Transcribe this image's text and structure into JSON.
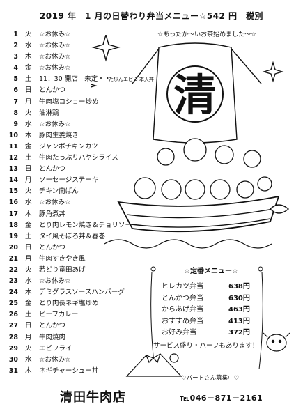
{
  "header": {
    "title": "2019 年　1 月の日替わり弁当メニュー☆542 円　税別"
  },
  "greeting": "☆あったか～いお茶始めました～☆",
  "days": [
    {
      "num": "1",
      "dow": "火",
      "menu": "☆お休み☆",
      "note": ""
    },
    {
      "num": "2",
      "dow": "水",
      "menu": "☆お休み☆",
      "note": ""
    },
    {
      "num": "3",
      "dow": "木",
      "menu": "☆お休み☆",
      "note": ""
    },
    {
      "num": "4",
      "dow": "金",
      "menu": "☆お休み☆",
      "note": ""
    },
    {
      "num": "5",
      "dow": "土",
      "menu": "11：30 開店　未定・・・",
      "note": "たぶんエビ 3 本天丼"
    },
    {
      "num": "6",
      "dow": "日",
      "menu": "とんかつ",
      "note": ""
    },
    {
      "num": "7",
      "dow": "月",
      "menu": "牛肉塩コショー炒め",
      "note": ""
    },
    {
      "num": "8",
      "dow": "火",
      "menu": "油淋鶏",
      "note": ""
    },
    {
      "num": "9",
      "dow": "水",
      "menu": "☆お休み☆",
      "note": ""
    },
    {
      "num": "10",
      "dow": "木",
      "menu": "豚肉生姜焼き",
      "note": ""
    },
    {
      "num": "11",
      "dow": "金",
      "menu": "ジャンボチキンカツ",
      "note": ""
    },
    {
      "num": "12",
      "dow": "土",
      "menu": "牛肉たっぷりハヤシライス",
      "note": ""
    },
    {
      "num": "13",
      "dow": "日",
      "menu": "とんかつ",
      "note": ""
    },
    {
      "num": "14",
      "dow": "月",
      "menu": "ソーセージステーキ",
      "note": ""
    },
    {
      "num": "15",
      "dow": "火",
      "menu": "チキン南ばん",
      "note": ""
    },
    {
      "num": "16",
      "dow": "水",
      "menu": "☆お休み☆",
      "note": ""
    },
    {
      "num": "17",
      "dow": "木",
      "menu": "豚角煮丼",
      "note": ""
    },
    {
      "num": "18",
      "dow": "金",
      "menu": "とり肉レモン焼き＆チョリソー",
      "note": ""
    },
    {
      "num": "19",
      "dow": "土",
      "menu": "タイ風そぼろ丼＆春巻",
      "note": ""
    },
    {
      "num": "20",
      "dow": "日",
      "menu": "とんかつ",
      "note": ""
    },
    {
      "num": "21",
      "dow": "月",
      "menu": "牛肉すきやき風",
      "note": ""
    },
    {
      "num": "22",
      "dow": "火",
      "menu": "若どり竜田あげ",
      "note": ""
    },
    {
      "num": "23",
      "dow": "水",
      "menu": "☆お休み☆",
      "note": ""
    },
    {
      "num": "24",
      "dow": "木",
      "menu": "デミグラスソースハンバーグ",
      "note": ""
    },
    {
      "num": "25",
      "dow": "金",
      "menu": "とり肉長ネギ塩炒め",
      "note": ""
    },
    {
      "num": "26",
      "dow": "土",
      "menu": "ビーフカレー",
      "note": ""
    },
    {
      "num": "27",
      "dow": "日",
      "menu": "とんかつ",
      "note": ""
    },
    {
      "num": "28",
      "dow": "月",
      "menu": "牛肉焼肉",
      "note": ""
    },
    {
      "num": "29",
      "dow": "火",
      "menu": "エビフライ",
      "note": ""
    },
    {
      "num": "30",
      "dow": "水",
      "menu": "☆お休み☆",
      "note": ""
    },
    {
      "num": "31",
      "dow": "木",
      "menu": "ネギチャーシュー丼",
      "note": ""
    }
  ],
  "standard": {
    "title": "☆定番メニュー☆",
    "items": [
      {
        "name": "ヒレカツ弁当",
        "price": "638円"
      },
      {
        "name": "とんかつ弁当",
        "price": "630円"
      },
      {
        "name": "からあげ弁当",
        "price": "463円"
      },
      {
        "name": "おすすめ弁当",
        "price": "413円"
      },
      {
        "name": "お好み弁当",
        "price": "372円"
      }
    ],
    "service": "サービス盛り・ハーフもあります！",
    "recruit": "♡パートさん募集中♡"
  },
  "sail_text": "清",
  "footer": {
    "shop": "清田牛肉店",
    "tel": "℡046－871－2161"
  }
}
